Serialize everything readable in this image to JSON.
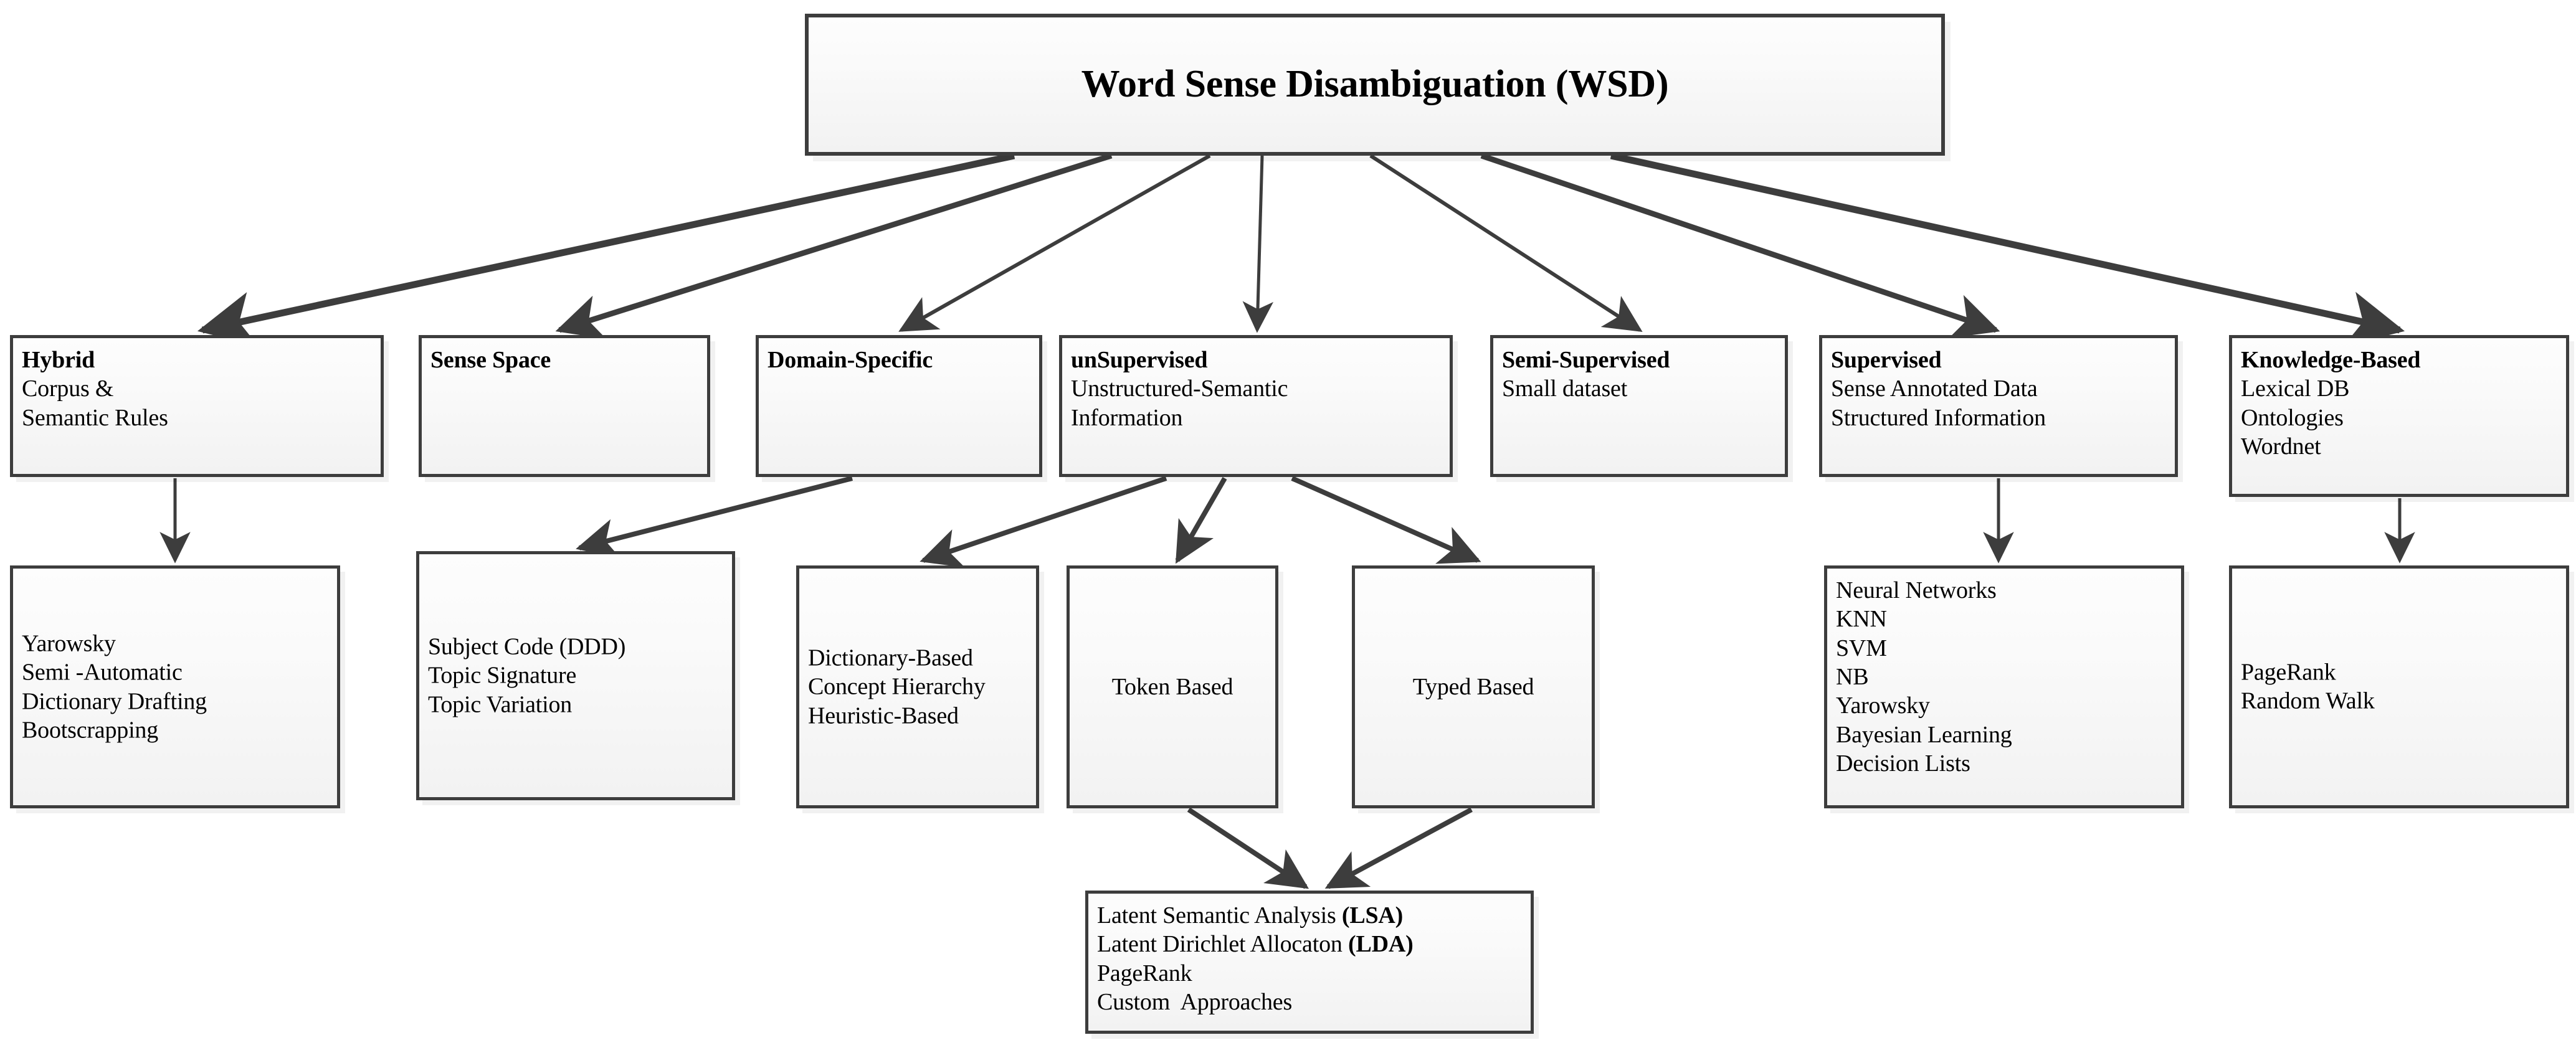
{
  "diagram": {
    "title": "Word Sense Disambiguation (WSD)",
    "type": "hierarchy-tree",
    "root": {
      "id": "root",
      "label": "Word Sense Disambiguation (WSD)"
    },
    "nodes": {
      "root": {
        "title": "Word Sense Disambiguation (WSD)"
      },
      "hybrid": {
        "title": "Hybrid",
        "lines": [
          "Corpus &",
          "Semantic Rules"
        ]
      },
      "sense_space": {
        "title": "Sense Space",
        "lines": []
      },
      "domain_specific": {
        "title": "Domain-Specific",
        "lines": []
      },
      "unsupervised": {
        "title": "unSupervised",
        "lines": [
          "Unstructured-Semantic",
          "Information"
        ]
      },
      "semi_supervised": {
        "title": "Semi-Supervised",
        "lines": [
          "Small dataset"
        ]
      },
      "supervised": {
        "title": "Supervised",
        "lines": [
          "Sense Annotated Data",
          "Structured Information"
        ]
      },
      "knowledge_based": {
        "title": "Knowledge-Based",
        "lines": [
          "Lexical DB",
          "Ontologies",
          "Wordnet"
        ]
      },
      "hybrid_children": {
        "lines": [
          "Yarowsky",
          "Semi -Automatic",
          "Dictionary Drafting",
          "Bootscrapping"
        ]
      },
      "sense_space_children": {
        "lines": [
          "Subject Code (DDD)",
          "Topic Signature",
          "Topic Variation"
        ]
      },
      "domain_children": {
        "lines": [
          "Dictionary-Based",
          "Concept Hierarchy",
          "Heuristic-Based"
        ]
      },
      "token_based": {
        "title": "Token Based"
      },
      "typed_based": {
        "title": "Typed Based"
      },
      "supervised_children": {
        "lines": [
          "Neural Networks",
          "KNN",
          "SVM",
          "NB",
          "Yarowsky",
          "Bayesian Learning",
          "Decision Lists"
        ]
      },
      "knowledge_children": {
        "lines": [
          "PageRank",
          "Random Walk"
        ]
      },
      "bottom": {
        "lines": [
          {
            "text": "Latent Semantic Analysis ",
            "bold_tail": "(LSA)"
          },
          {
            "text": "Latent Dirichlet Allocaton ",
            "bold_tail": "(LDA)"
          },
          {
            "text": "PageRank",
            "bold_tail": ""
          },
          {
            "text": "Custom  Approaches",
            "bold_tail": ""
          }
        ],
        "line1": "Latent Semantic Analysis ",
        "line1_bold": "(LSA)",
        "line2": "Latent Dirichlet Allocaton ",
        "line2_bold": "(LDA)",
        "line3": "PageRank",
        "line4": "Custom  Approaches"
      }
    },
    "edges": [
      {
        "from": "root",
        "to": "hybrid"
      },
      {
        "from": "root",
        "to": "sense_space"
      },
      {
        "from": "root",
        "to": "domain_specific"
      },
      {
        "from": "root",
        "to": "unsupervised"
      },
      {
        "from": "root",
        "to": "semi_supervised"
      },
      {
        "from": "root",
        "to": "supervised"
      },
      {
        "from": "root",
        "to": "knowledge_based"
      },
      {
        "from": "hybrid",
        "to": "hybrid_children"
      },
      {
        "from": "domain_specific",
        "to": "sense_space_children"
      },
      {
        "from": "unsupervised",
        "to": "domain_children"
      },
      {
        "from": "unsupervised",
        "to": "token_based"
      },
      {
        "from": "unsupervised",
        "to": "typed_based"
      },
      {
        "from": "supervised",
        "to": "supervised_children"
      },
      {
        "from": "knowledge_based",
        "to": "knowledge_children"
      },
      {
        "from": "token_based",
        "to": "bottom"
      },
      {
        "from": "typed_based",
        "to": "bottom"
      }
    ],
    "colors": {
      "border": "#3d3d3d",
      "fill_top": "#fdfdfd",
      "fill_bottom": "#f2f2f2",
      "arrow": "#3d3d3d",
      "text": "#000000",
      "background": "#ffffff"
    }
  }
}
